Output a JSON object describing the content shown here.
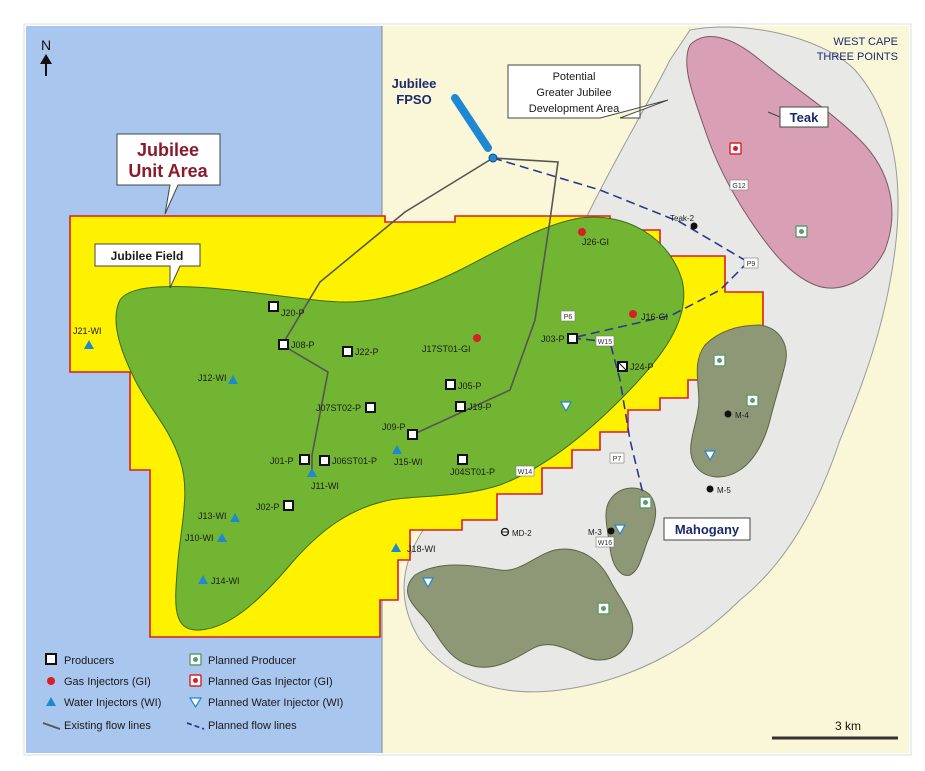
{
  "map": {
    "north_label": "N",
    "block_label_line1": "WEST CAPE",
    "block_label_line2": "THREE POINTS",
    "unit_area_line1": "Jubilee",
    "unit_area_line2": "Unit Area",
    "field_label": "Jubilee Field",
    "fpso_line1": "Jubilee",
    "fpso_line2": "FPSO",
    "potential_line1": "Potential",
    "potential_line2": "Greater Jubilee",
    "potential_line3": "Development Area",
    "teak_label": "Teak",
    "mahogany_label": "Mahogany",
    "scale_label": "3 km",
    "colors": {
      "ocean_blue": "#a9c6ee",
      "block_bg": "#faf6d8",
      "unit_yellow": "#fff200",
      "unit_border": "#d91f26",
      "field_green": "#72b532",
      "teak_pink": "#d9a0b5",
      "mahogany_grey": "#8f9876",
      "potential_grey": "#e8e8e6",
      "flow_existing": "#555555",
      "flow_planned": "#2b3a8f"
    }
  },
  "wells": {
    "producers": [
      "J20-P",
      "J08-P",
      "J22-P",
      "J05-P",
      "J07ST02-P",
      "J19-P",
      "J09-P",
      "J01-P",
      "J06ST01-P",
      "J04ST01-P",
      "J02-P",
      "J03-P",
      "J24-P"
    ],
    "gas_injectors": [
      "J26-GI",
      "J16-GI",
      "J17ST01-GI"
    ],
    "water_injectors": [
      "J21-WI",
      "J12-WI",
      "J15-WI",
      "J11-WI",
      "J13-WI",
      "J10-WI",
      "J14-WI",
      "J18-WI"
    ],
    "exploration": [
      "Teak-2",
      "M-4",
      "M-5",
      "M-3",
      "MD-2"
    ],
    "segments": [
      "P6",
      "P9",
      "G12",
      "W15",
      "P7",
      "W14",
      "W16"
    ]
  },
  "legend": {
    "producers": "Producers",
    "gas_injectors": "Gas Injectors (GI)",
    "water_injectors": "Water Injectors (WI)",
    "existing_flow": "Existing flow lines",
    "planned_producer": "Planned Producer",
    "planned_gas_injector": "Planned Gas Injector (GI)",
    "planned_water_injector": "Planned Water Injector (WI)",
    "planned_flow": "Planned flow lines"
  }
}
